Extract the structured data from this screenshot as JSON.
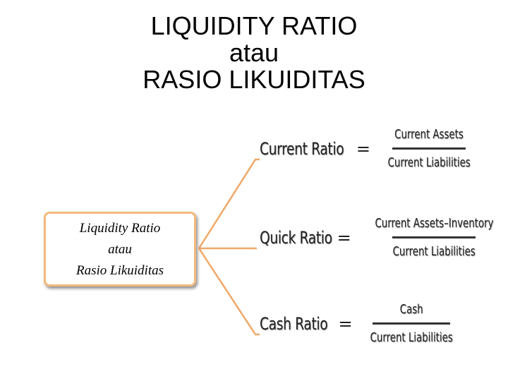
{
  "title": {
    "line1": "LIQUIDITY RATIO",
    "line2": "atau",
    "line3": "RASIO LIKUIDITAS"
  },
  "source_box": {
    "line1": "Liquidity Ratio",
    "line2": "atau",
    "line3": "Rasio Likuiditas"
  },
  "formulas": [
    {
      "name": "Current Ratio",
      "numerator": "Current Assets",
      "denominator": "Current Liabilities"
    },
    {
      "name": "Quick Ratio",
      "numerator": "Current Assets–Inventory",
      "denominator": "Current Liabilities"
    },
    {
      "name": "Cash Ratio",
      "numerator": "Cash",
      "denominator": "Current Liabilities"
    }
  ],
  "colors": {
    "connector": "#f0a868",
    "box_border": "#f4b97e"
  }
}
